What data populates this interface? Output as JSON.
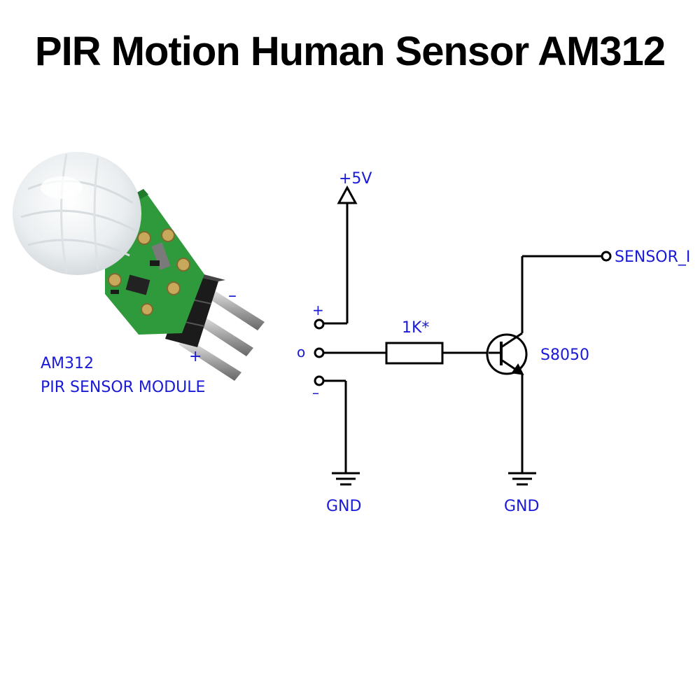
{
  "title": "PIR Motion Human Sensor AM312",
  "module": {
    "name": "AM312",
    "description": "PIR SENSOR MODULE",
    "pin_minus": "–",
    "pin_plus": "+"
  },
  "schematic": {
    "supply_label": "+5V",
    "pin_plus": "+",
    "pin_out": "o",
    "pin_minus": "–",
    "resistor_label": "1K*",
    "transistor_label": "S8050",
    "output_label": "SENSOR_I",
    "ground_left_label": "GND",
    "ground_right_label": "GND"
  },
  "colors": {
    "wire": "#000000",
    "label": "#1a1ad6",
    "pcb_green": "#2e9a3c",
    "dome": "#eef1f2"
  }
}
